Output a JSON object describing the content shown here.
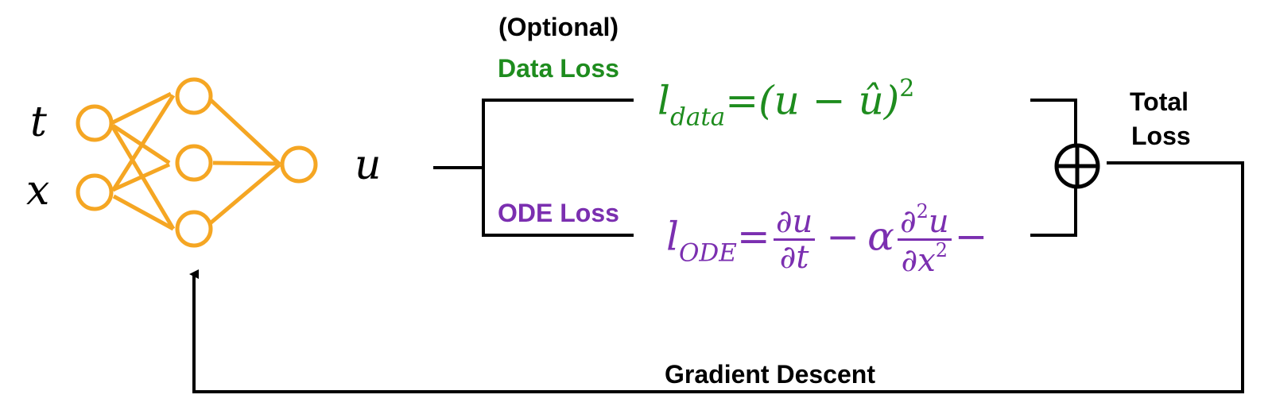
{
  "diagram": {
    "inputs": [
      "t",
      "x"
    ],
    "output": "u",
    "optional_label": "(Optional)",
    "data_loss": {
      "label": "Data Loss",
      "lhs": "l",
      "lhs_sub": "data",
      "rhs_prefix": "(u − ",
      "rhs_hat": "û",
      "rhs_suffix": ")",
      "rhs_power": "2"
    },
    "ode_loss": {
      "label": "ODE Loss",
      "lhs": "l",
      "lhs_sub": "ODE",
      "frac1_num": "∂u",
      "frac1_den": "∂t",
      "minus": "−",
      "alpha": "α",
      "frac2_num_d": "∂",
      "frac2_num_pow": "2",
      "frac2_num_var": "u",
      "frac2_den_d": "∂x",
      "frac2_den_pow": "2",
      "trailing": "−"
    },
    "sum_symbol": "⊕",
    "total_loss_lines": [
      "Total",
      "Loss"
    ],
    "feedback_label": "Gradient Descent",
    "colors": {
      "network": "#F5A623",
      "data_loss": "#1E8C1E",
      "ode_loss": "#7B2FB0",
      "lines": "#000000"
    }
  }
}
